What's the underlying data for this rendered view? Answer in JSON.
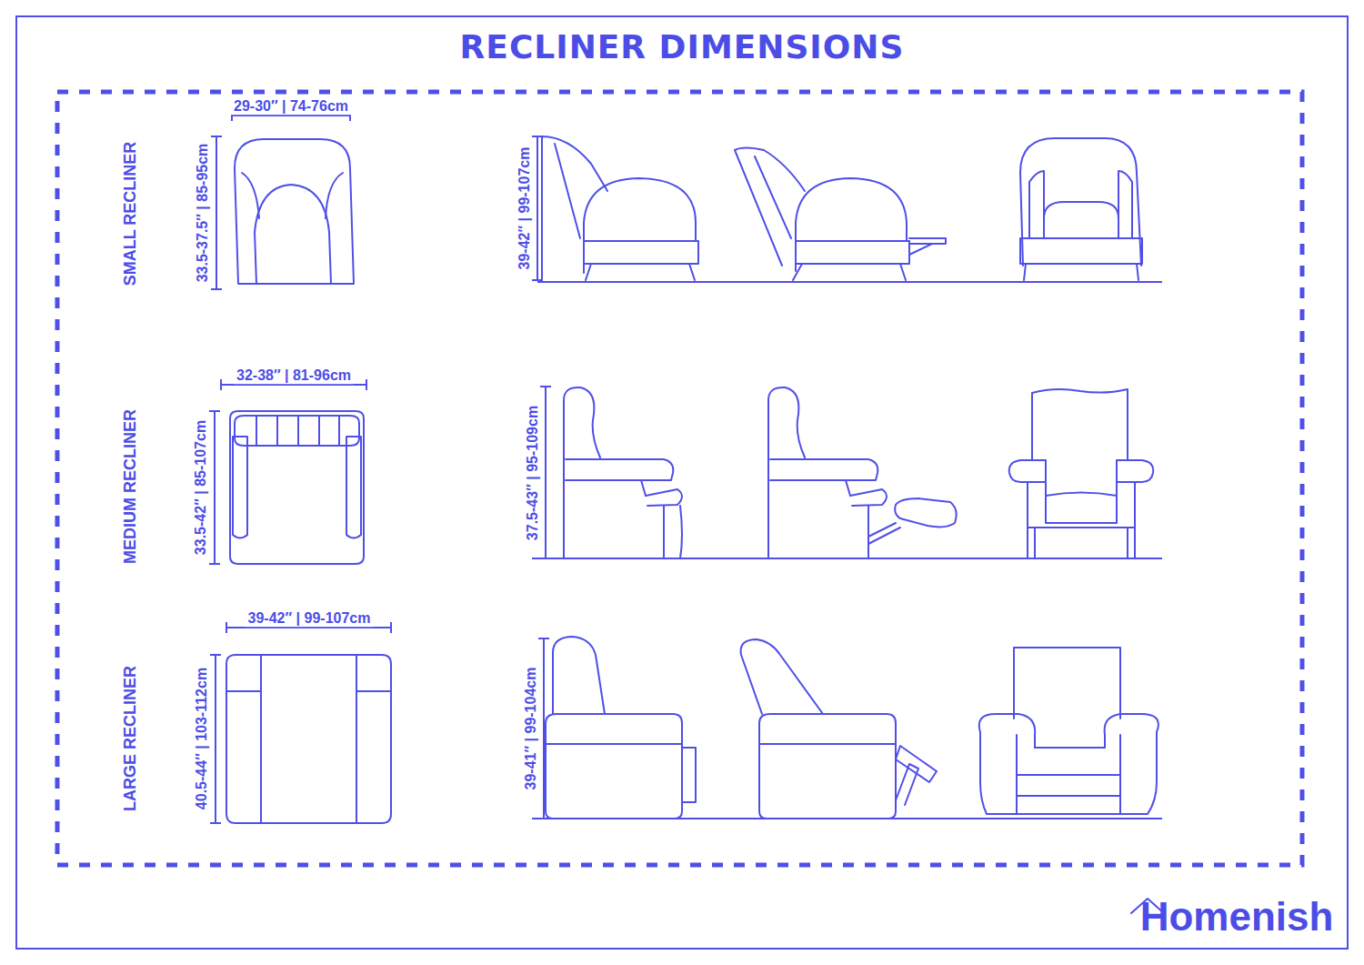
{
  "diagram": {
    "title": "RECLINER DIMENSIONS",
    "labels": [
      "SMALL RECLINER",
      "29-30″ | 74-76cm",
      "33.5-37.5″ | 85-95cm",
      "39-42″ | 99-107cm",
      "MEDIUM RECLINER",
      "32-38″ | 81-96cm",
      "33.5-42″ | 85-107cm",
      "37.5-43″ | 95-109cm",
      "LARGE RECLINER",
      "39-42″ | 99-107cm",
      "40.5-44″ | 103-112cm",
      "39-41″ | 99-104cm",
      "Homenish"
    ]
  }
}
